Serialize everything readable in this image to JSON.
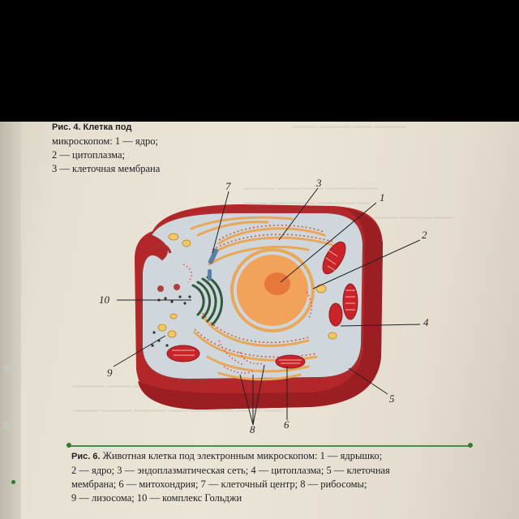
{
  "top_caption": {
    "line0": "Рис. 4. Клетка под",
    "line1": "микроскопом: 1 — ядро;",
    "line2": "2 — цитоплазма;",
    "line3": "3 — клеточная мембрана"
  },
  "figure_labels": {
    "l1": "1",
    "l2": "2",
    "l3": "3",
    "l4": "4",
    "l5": "5",
    "l6": "6",
    "l7": "7",
    "l8": "8",
    "l9": "9",
    "l10": "10"
  },
  "caption": {
    "fig_label": "Рис. 6.",
    "line1": "Животная клетка под электронным микроскопом: 1 — ядрышко;",
    "line2": "2 — ядро; 3 — эндоплазматическая сеть; 4 — цитоплазма; 5 — клеточная",
    "line3": "мембрана; 6 — митохондрия; 7 — клеточный центр; 8 — рибосомы;",
    "line4": "9 — лизосома; 10 — комплекс Гольджи"
  },
  "colors": {
    "membrane": "#b3262a",
    "cytoplasm": "#cfd6dc",
    "nucleus": "#f3a25a",
    "nucleolus": "#e8773a",
    "er": "#e8a85a",
    "mitochondria": "#c8242a",
    "accent_line": "#4d8a4d"
  }
}
